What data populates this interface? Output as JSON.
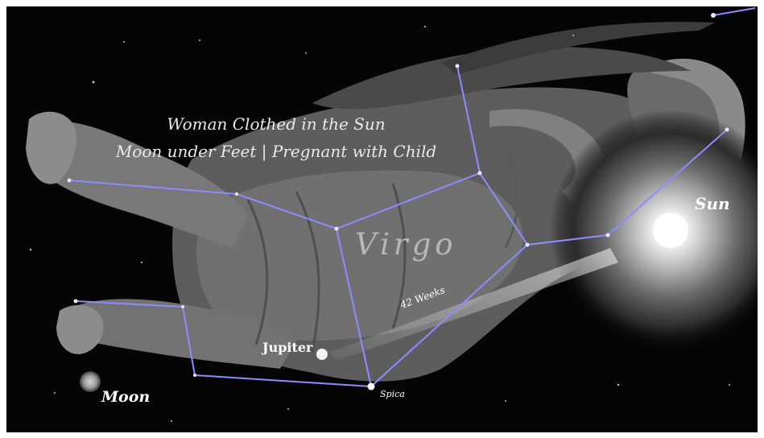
{
  "caption": {
    "line1": "Woman Clothed in the Sun",
    "line2": "Moon under Feet | Pregnant with Child"
  },
  "labels": {
    "constellation": "Virgo",
    "sun": "Sun",
    "moon": "Moon",
    "jupiter": "Jupiter",
    "spica": "Spica",
    "path": "42 Weeks"
  },
  "colors": {
    "background": "#050505",
    "figure": "#6e6e6e",
    "constellation_lines": "#8c8cff",
    "sun_glow": "#ffffff"
  }
}
